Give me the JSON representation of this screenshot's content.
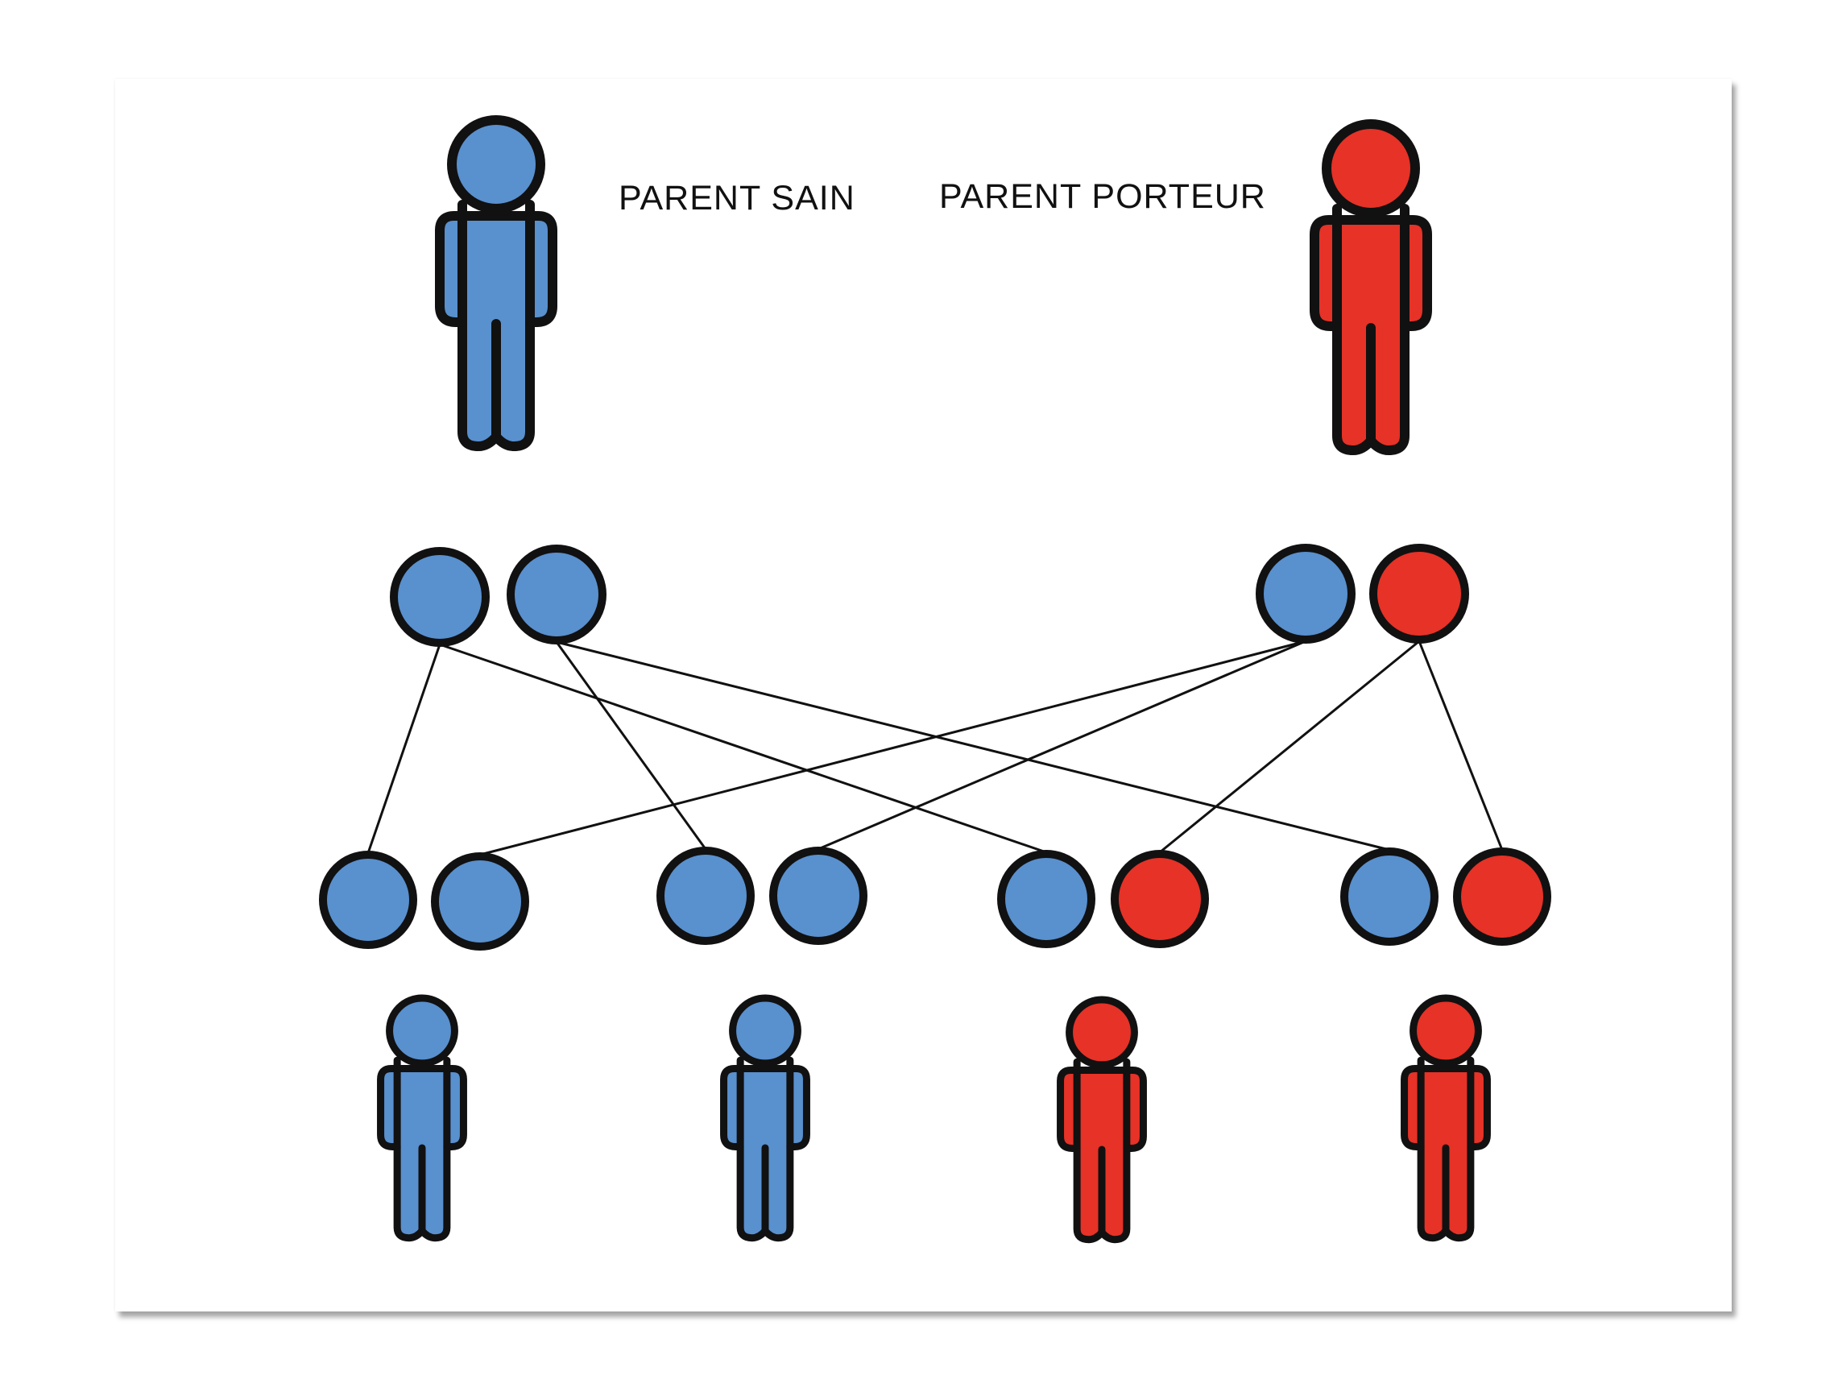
{
  "labels": {
    "healthy_parent": "PARENT SAIN",
    "carrier_parent": "PARENT PORTEUR"
  },
  "colors": {
    "healthy": "#5990ce",
    "carrier": "#e63227",
    "outline": "#111111",
    "line": "#111111"
  },
  "parents": [
    {
      "name": "parent-sain",
      "status": "healthy",
      "alleles": [
        "healthy",
        "healthy"
      ]
    },
    {
      "name": "parent-porteur",
      "status": "carrier",
      "alleles": [
        "healthy",
        "carrier"
      ]
    }
  ],
  "children": [
    {
      "status": "healthy",
      "alleles": [
        "healthy",
        "healthy"
      ],
      "from": [
        [
          0,
          0
        ],
        [
          1,
          0
        ]
      ]
    },
    {
      "status": "healthy",
      "alleles": [
        "healthy",
        "healthy"
      ],
      "from": [
        [
          0,
          1
        ],
        [
          1,
          0
        ]
      ]
    },
    {
      "status": "carrier",
      "alleles": [
        "healthy",
        "carrier"
      ],
      "from": [
        [
          0,
          0
        ],
        [
          1,
          1
        ]
      ]
    },
    {
      "status": "carrier",
      "alleles": [
        "healthy",
        "carrier"
      ],
      "from": [
        [
          0,
          1
        ],
        [
          1,
          1
        ]
      ]
    }
  ]
}
